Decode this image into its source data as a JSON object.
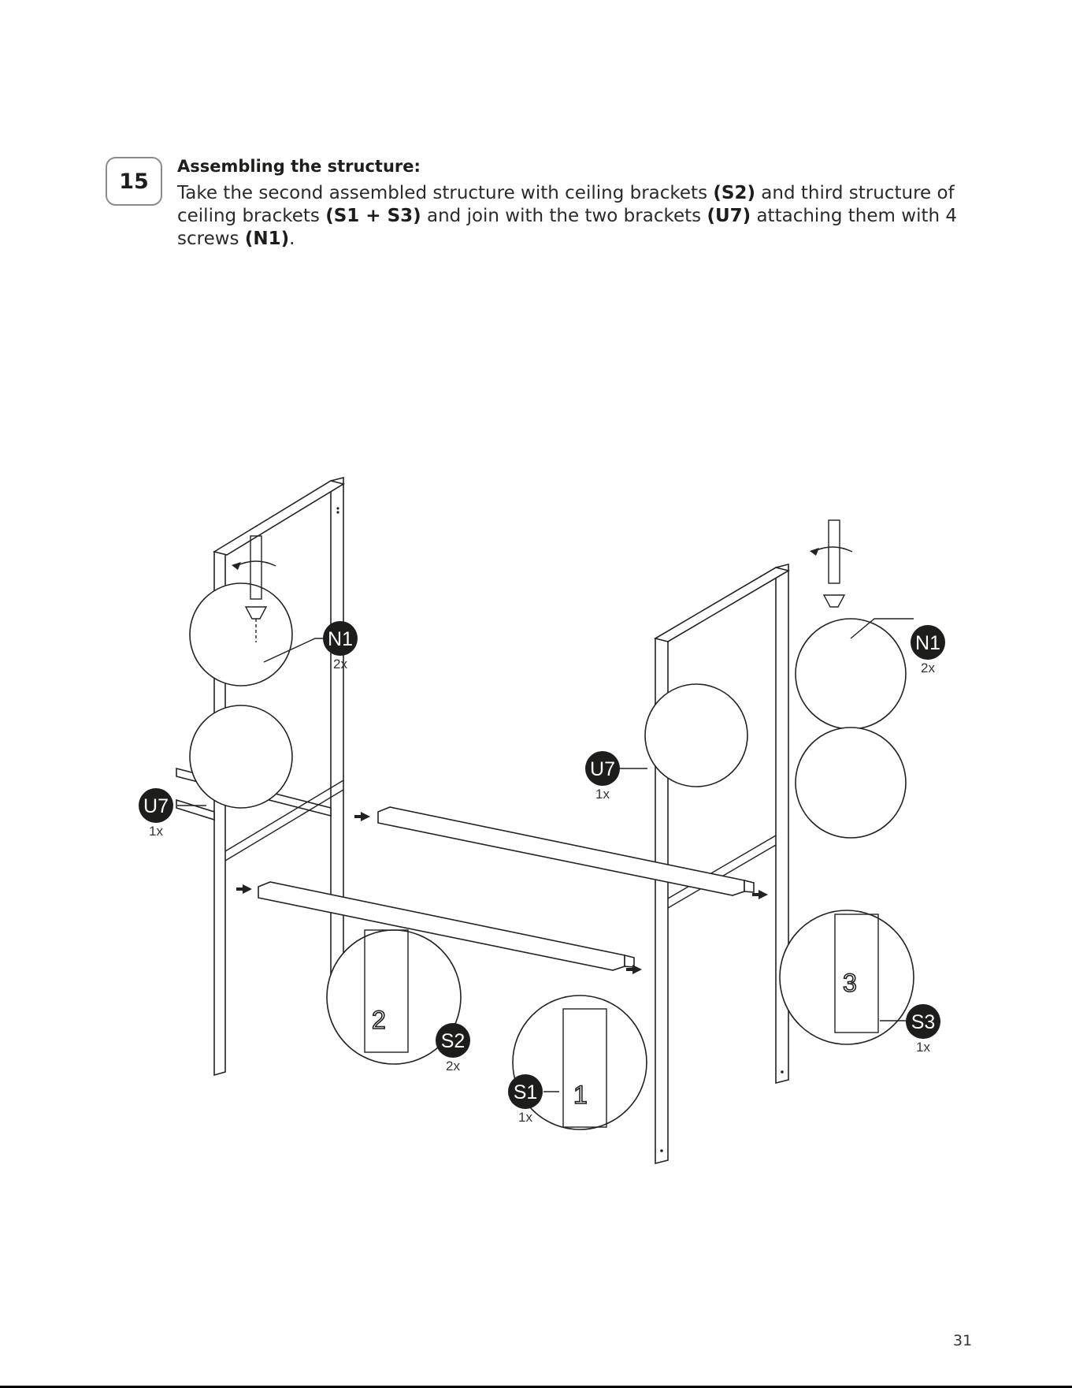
{
  "step": {
    "number": "15",
    "title": "Assembling the structure:",
    "text_parts": {
      "p1": "Take the second assembled structure with ceiling brackets ",
      "b1": "(S2)",
      "p2": " and third structure of ceiling brackets ",
      "b2": "(S1 + S3)",
      "p3": " and join with the two brackets ",
      "b3": "(U7)",
      "p4": " attaching them with 4 screws ",
      "b4": "(N1)",
      "p5": "."
    }
  },
  "callouts": {
    "n1_left": {
      "label": "N1",
      "qty": "2x"
    },
    "n1_right": {
      "label": "N1",
      "qty": "2x"
    },
    "u7_left": {
      "label": "U7",
      "qty": "1x"
    },
    "u7_right": {
      "label": "U7",
      "qty": "1x"
    },
    "s2": {
      "label": "S2",
      "qty": "2x",
      "mark": "2"
    },
    "s1": {
      "label": "S1",
      "qty": "1x",
      "mark": "1"
    },
    "s3": {
      "label": "S3",
      "qty": "1x",
      "mark": "3"
    }
  },
  "page_number": "31"
}
